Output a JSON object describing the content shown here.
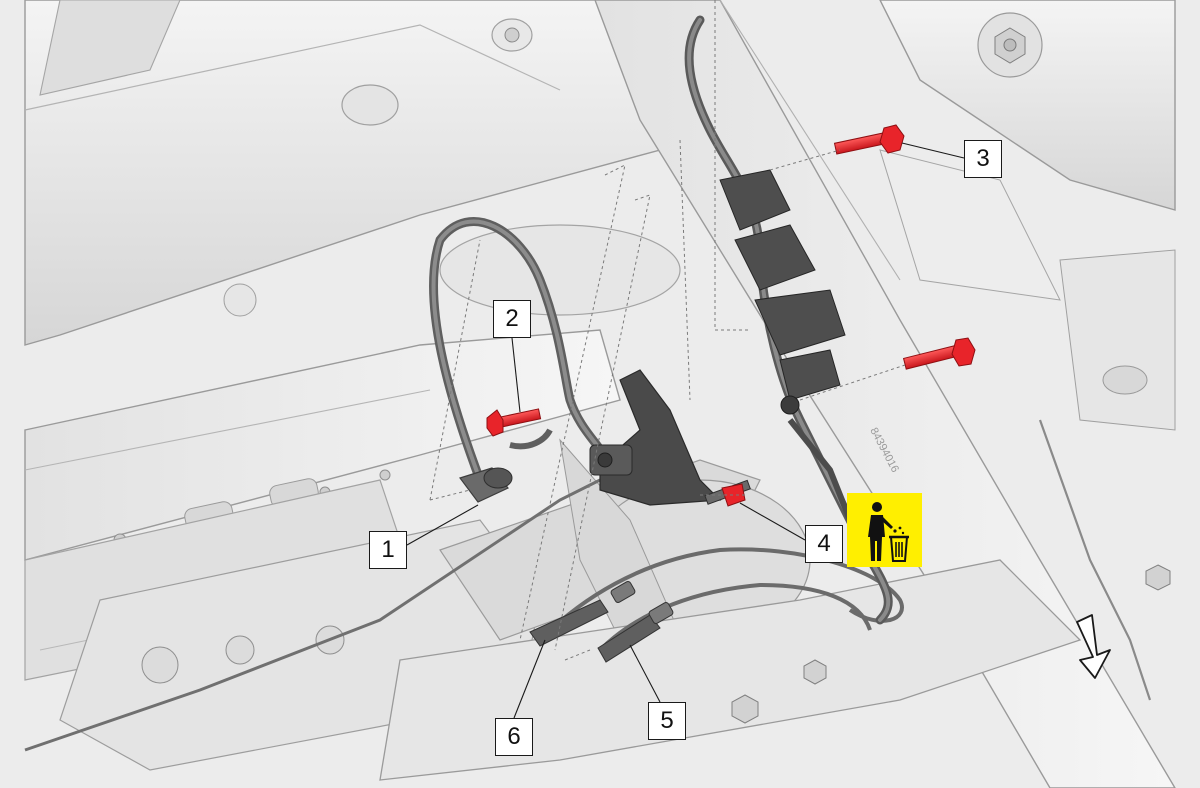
{
  "diagram": {
    "callouts": [
      {
        "id": "1",
        "label": "1"
      },
      {
        "id": "2",
        "label": "2"
      },
      {
        "id": "3",
        "label": "3"
      },
      {
        "id": "4",
        "label": "4"
      },
      {
        "id": "5",
        "label": "5"
      },
      {
        "id": "6",
        "label": "6"
      }
    ],
    "frame_stamp": "84394016",
    "icons": {
      "discard": "discard-trash-icon",
      "direction": "front-direction-arrow-icon"
    },
    "colors": {
      "fastener": "#e8242a",
      "discard_sign_bg": "#ffef00",
      "background_line": "#8f8f8f"
    }
  }
}
